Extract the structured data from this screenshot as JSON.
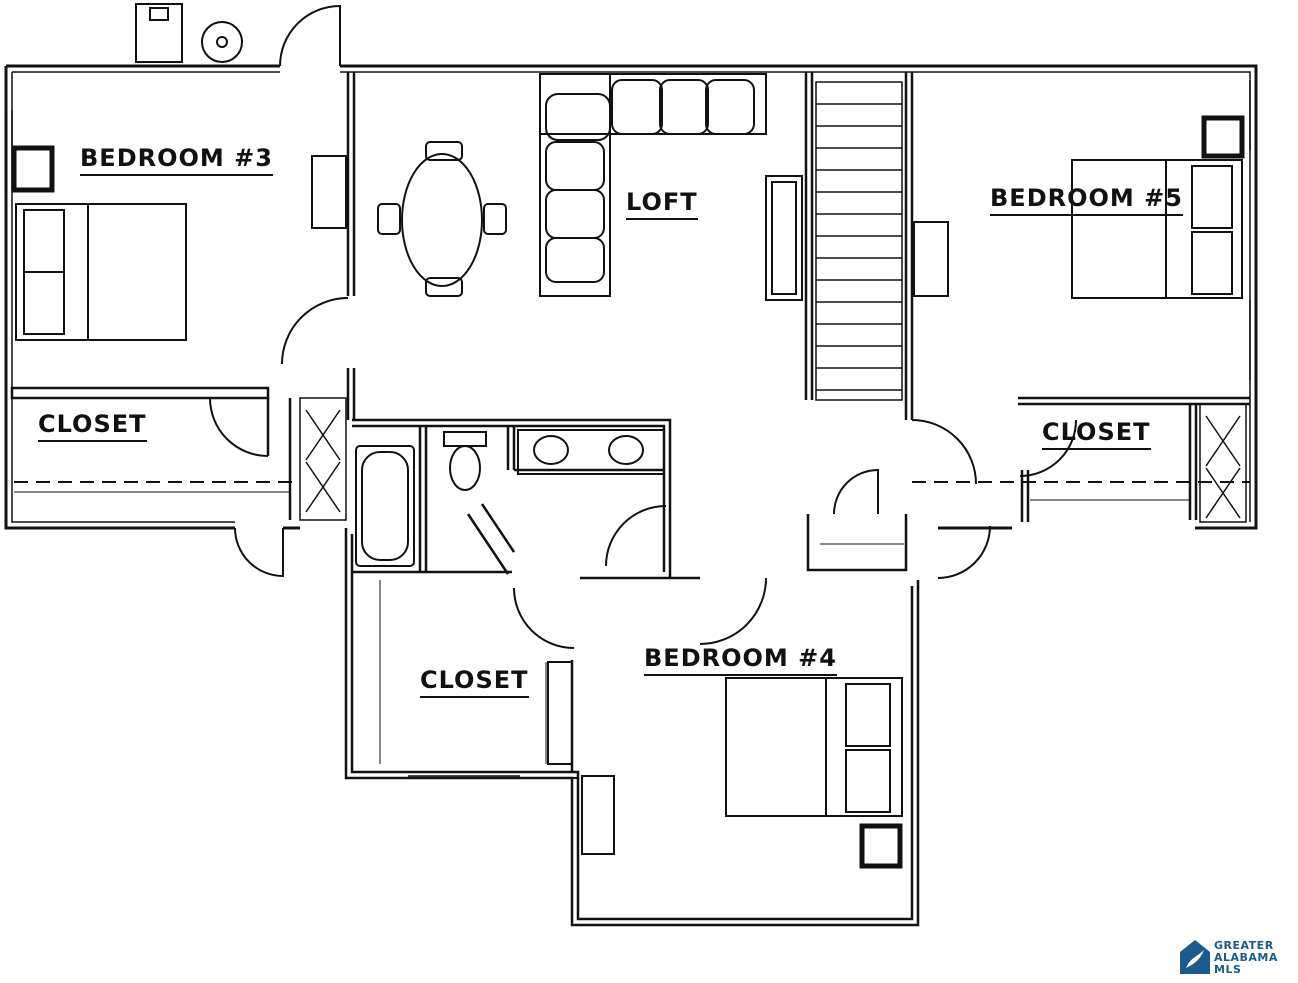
{
  "rooms": {
    "bedroom3": "BEDROOM #3",
    "loft": "LOFT",
    "bedroom5": "BEDROOM #5",
    "closet_left": "CLOSET",
    "closet_right": "CLOSET",
    "closet_center": "CLOSET",
    "bedroom4": "BEDROOM #4"
  },
  "logo": {
    "line1": "GREATER",
    "line2": "ALABAMA",
    "line3": "MLS"
  },
  "colors": {
    "line": "#111111",
    "logo": "#1b5a8c",
    "background": "#ffffff"
  }
}
